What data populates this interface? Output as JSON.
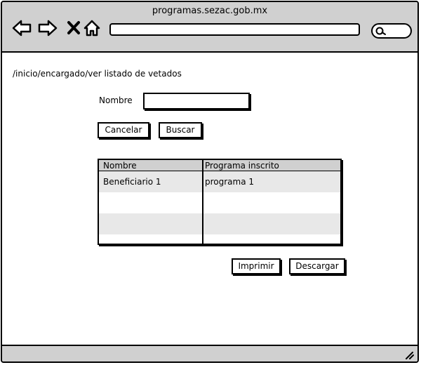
{
  "window": {
    "title": "programas.sezac.gob.mx"
  },
  "breadcrumb": "/inicio/encargado/ver listado de vetados",
  "form": {
    "nombre_label": "Nombre",
    "nombre_value": "",
    "cancel_label": "Cancelar",
    "search_label": "Buscar"
  },
  "table": {
    "headers": [
      "Nombre",
      "Programa inscrito"
    ],
    "rows": [
      [
        "Beneficiario 1",
        "programa 1"
      ],
      [
        "",
        ""
      ],
      [
        "",
        ""
      ],
      [
        "",
        ""
      ]
    ]
  },
  "actions": {
    "print_label": "Imprimir",
    "download_label": "Descargar"
  },
  "icons": {
    "back": "back-arrow-icon",
    "forward": "forward-arrow-icon",
    "close": "close-icon",
    "home": "home-icon",
    "search": "search-icon",
    "resize": "resize-grip-icon"
  },
  "colors": {
    "chrome_gray": "#d0d0d0",
    "row_alt": "#e8e8e8"
  }
}
